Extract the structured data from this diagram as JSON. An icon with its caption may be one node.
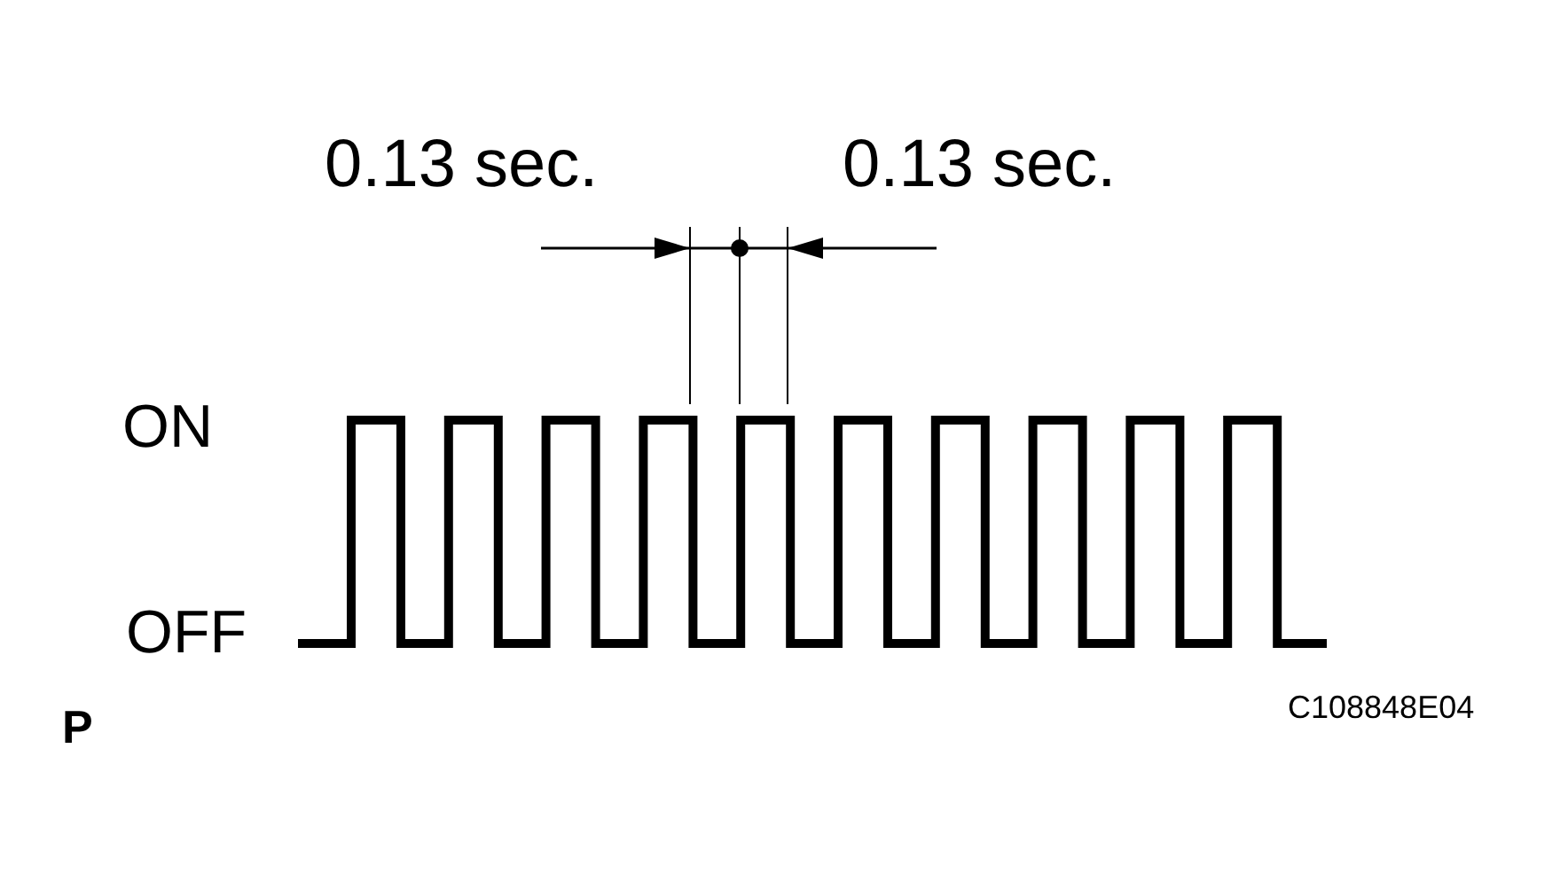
{
  "diagram": {
    "labels": [
      "0.13 sec.",
      "0.13 sec.",
      "ON",
      "OFF",
      "P",
      "C108848E04"
    ]
  }
}
